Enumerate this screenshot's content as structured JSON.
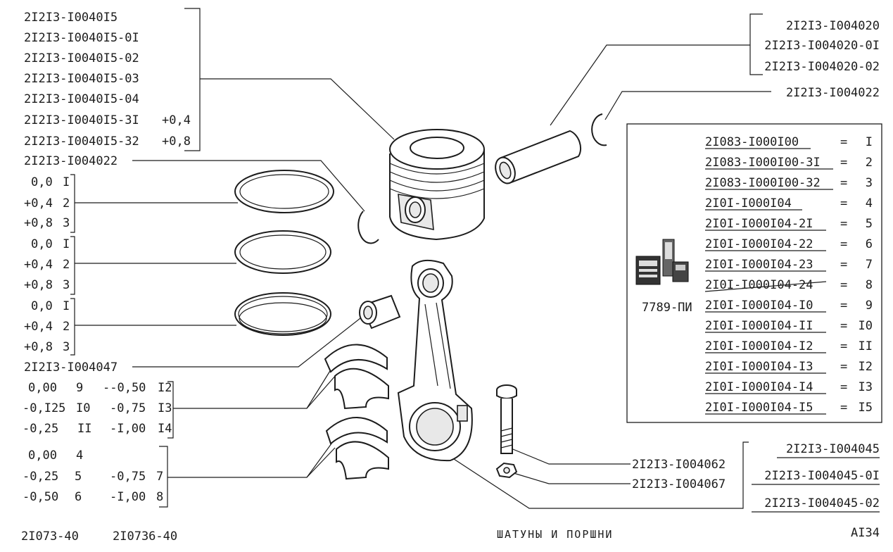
{
  "piston": {
    "parts": [
      "2I2I3-I0040I5",
      "2I2I3-I0040I5-0I",
      "2I2I3-I0040I5-02",
      "2I2I3-I0040I5-03",
      "2I2I3-I0040I5-04",
      "2I2I3-I0040I5-3I",
      "2I2I3-I0040I5-32"
    ],
    "oversizes": [
      "+0,4",
      "+0,8"
    ]
  },
  "pin": {
    "parts": [
      "2I2I3-I004020",
      "2I2I3-I004020-0I",
      "2I2I3-I004020-02"
    ]
  },
  "circlip_right": "2I2I3-I004022",
  "circlip_left": "2I2I3-I004022",
  "ring_sets": [
    {
      "sizes": [
        "0,0",
        "+0,4",
        "+0,8"
      ],
      "numbers": [
        "I",
        "2",
        "3"
      ]
    },
    {
      "sizes": [
        "0,0",
        "+0,4",
        "+0,8"
      ],
      "numbers": [
        "I",
        "2",
        "3"
      ]
    },
    {
      "sizes": [
        "0,0",
        "+0,4",
        "+0,8"
      ],
      "numbers": [
        "I",
        "2",
        "3"
      ]
    }
  ],
  "bushing": "2I2I3-I004047",
  "upper_bearings": [
    {
      "a": "0,00",
      "an": "9",
      "b": "--0,50",
      "bn": "I2"
    },
    {
      "a": "-0,I25",
      "an": "I0",
      "b": "-0,75",
      "bn": "I3"
    },
    {
      "a": "-0,25",
      "an": "II",
      "b": "-I,00",
      "bn": "I4"
    }
  ],
  "lower_bearings": [
    {
      "a": "0,00",
      "an": "4",
      "b": "",
      "bn": ""
    },
    {
      "a": "-0,25",
      "an": "5",
      "b": "-0,75",
      "bn": "7"
    },
    {
      "a": "-0,50",
      "an": "6",
      "b": "-I,00",
      "bn": "8"
    }
  ],
  "bolt": "2I2I3-I004062",
  "nut": "2I2I3-I004067",
  "rod": {
    "parts": [
      "2I2I3-I004045",
      "2I2I3-I004045-0I",
      "2I2I3-I004045-02"
    ]
  },
  "kit_table": {
    "rows": [
      {
        "part": "2I083-I000I00",
        "num": "I"
      },
      {
        "part": "2I083-I000I00-3I",
        "num": "2"
      },
      {
        "part": "2I083-I000I00-32",
        "num": "3"
      },
      {
        "part": "2I0I-I000I04",
        "num": "4"
      },
      {
        "part": "2I0I-I000I04-2I",
        "num": "5"
      },
      {
        "part": "2I0I-I000I04-22",
        "num": "6"
      },
      {
        "part": "2I0I-I000I04-23",
        "num": "7"
      },
      {
        "part": "2I0I-I000I04-24",
        "num": "8"
      },
      {
        "part": "2I0I-I000I04-I0",
        "num": "9"
      },
      {
        "part": "2I0I-I000I04-II",
        "num": "I0"
      },
      {
        "part": "2I0I-I000I04-I2",
        "num": "II"
      },
      {
        "part": "2I0I-I000I04-I3",
        "num": "I2"
      },
      {
        "part": "2I0I-I000I04-I4",
        "num": "I3"
      },
      {
        "part": "2I0I-I000I04-I5",
        "num": "I5"
      }
    ],
    "eq": "=",
    "kit_code": "7789-ПИ",
    "kit_icon": "parts-box-icon"
  },
  "footer": {
    "models": [
      "2I073-40",
      "2I0736-40"
    ],
    "title": "ШАТУНЫ И ПОРШНИ",
    "page": "AI34"
  }
}
